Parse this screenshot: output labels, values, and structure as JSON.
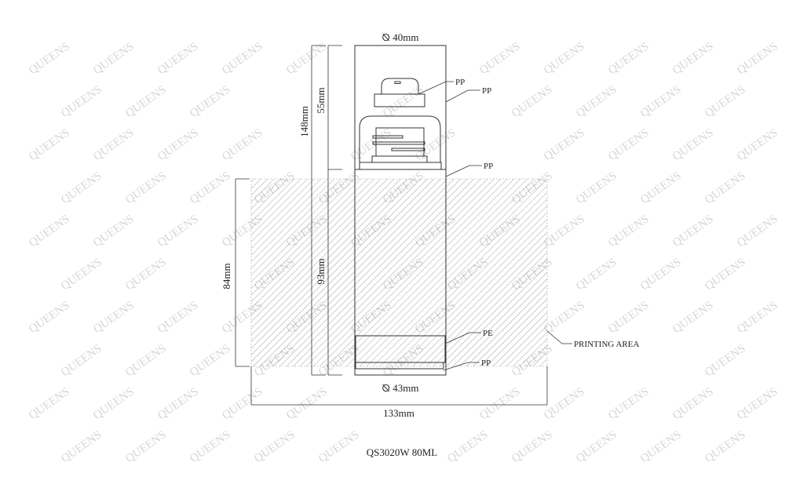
{
  "watermark": "QUEENS",
  "dimensions": {
    "top_diameter": "⦰ 40mm",
    "bottom_diameter": "⦰ 43mm",
    "total_height": "148mm",
    "cap_height": "55mm",
    "body_height": "93mm",
    "print_height": "84mm",
    "print_width": "133mm"
  },
  "materials": {
    "pump_head": "PP",
    "cap": "PP",
    "shoulder": "PP",
    "piston": "PE",
    "base": "PP"
  },
  "printing_area_label": "PRINTING AREA",
  "product_title": "QS3020W 80ML"
}
